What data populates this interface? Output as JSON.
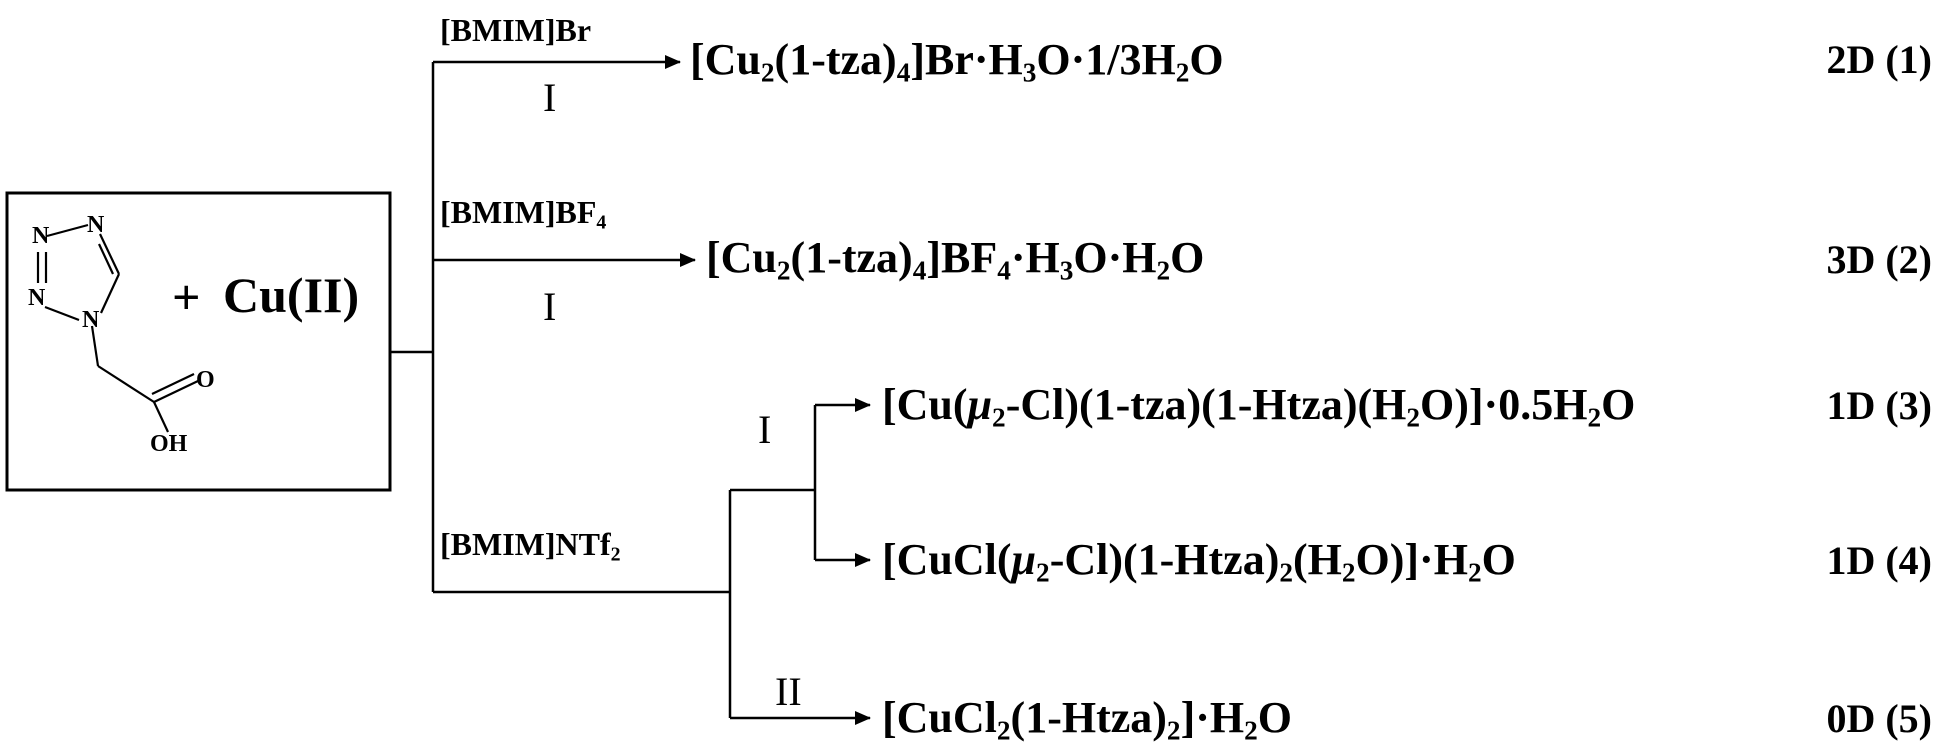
{
  "start": {
    "ligand_atoms": {
      "n1": "N",
      "n2": "N",
      "n3": "N",
      "n4": "N",
      "o1": "O",
      "oh": "OH"
    },
    "plus": "+",
    "reagent": "Cu(II)"
  },
  "branches": [
    {
      "condition": {
        "pre": "[BMIM]Br",
        "sub": "",
        "post": ""
      },
      "method": "I",
      "product": [
        {
          "t": "[Cu"
        },
        {
          "t": "2",
          "sub": true
        },
        {
          "t": "(1-tza)"
        },
        {
          "t": "4",
          "sub": true
        },
        {
          "t": "]Br·H"
        },
        {
          "t": "3",
          "sub": true
        },
        {
          "t": "O·1/3H"
        },
        {
          "t": "2",
          "sub": true
        },
        {
          "t": "O"
        }
      ],
      "dimension": "2D (1)"
    },
    {
      "condition": {
        "pre": "[BMIM]BF",
        "sub": "4",
        "post": ""
      },
      "method": "I",
      "product": [
        {
          "t": "[Cu"
        },
        {
          "t": "2",
          "sub": true
        },
        {
          "t": "(1-tza)"
        },
        {
          "t": "4",
          "sub": true
        },
        {
          "t": "]BF"
        },
        {
          "t": "4",
          "sub": true
        },
        {
          "t": "·H"
        },
        {
          "t": "3",
          "sub": true
        },
        {
          "t": "O·H"
        },
        {
          "t": "2",
          "sub": true
        },
        {
          "t": "O"
        }
      ],
      "dimension": "3D (2)"
    },
    {
      "condition": {
        "pre": "[BMIM]NTf",
        "sub": "2",
        "post": ""
      },
      "sub_branches": [
        {
          "method": "I",
          "product": [
            {
              "t": "[Cu("
            },
            {
              "t": "μ",
              "italic": true
            },
            {
              "t": "2",
              "sub": true
            },
            {
              "t": "-Cl)(1-tza)(1-Htza)(H"
            },
            {
              "t": "2",
              "sub": true
            },
            {
              "t": "O)]·0.5H"
            },
            {
              "t": "2",
              "sub": true
            },
            {
              "t": "O"
            }
          ],
          "dimension": "1D (3)"
        },
        {
          "method": "",
          "product": [
            {
              "t": "[CuCl("
            },
            {
              "t": "μ",
              "italic": true
            },
            {
              "t": "2",
              "sub": true
            },
            {
              "t": "-Cl)(1-Htza)"
            },
            {
              "t": "2",
              "sub": true
            },
            {
              "t": "(H"
            },
            {
              "t": "2",
              "sub": true
            },
            {
              "t": "O)]·H"
            },
            {
              "t": "2",
              "sub": true
            },
            {
              "t": "O"
            }
          ],
          "dimension": "1D (4)"
        },
        {
          "method": "II",
          "product": [
            {
              "t": "[CuCl"
            },
            {
              "t": "2",
              "sub": true
            },
            {
              "t": "(1-Htza)"
            },
            {
              "t": "2",
              "sub": true
            },
            {
              "t": "]·H"
            },
            {
              "t": "2",
              "sub": true
            },
            {
              "t": "O"
            }
          ],
          "dimension": "0D (5)"
        }
      ]
    }
  ]
}
